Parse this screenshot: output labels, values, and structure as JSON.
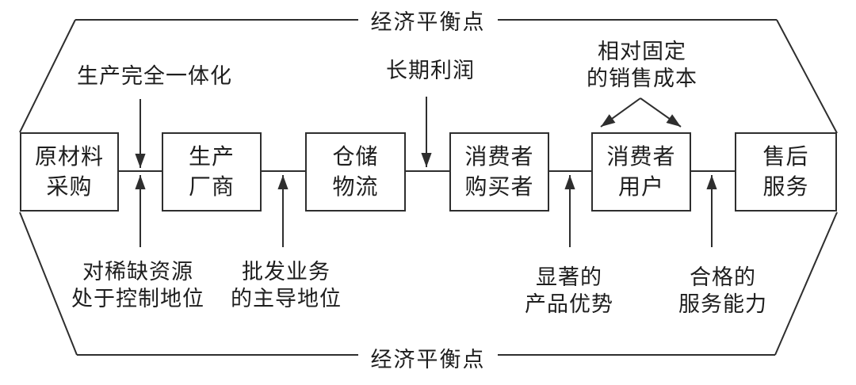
{
  "diagram": {
    "title_semantic": "value-chain economic balance diagram",
    "colors": {
      "line": "#2e2e2e",
      "text": "#1e1e1e",
      "background": "#ffffff"
    },
    "balance": {
      "top_label": "经济平衡点",
      "bottom_label": "经济平衡点"
    },
    "boxes": [
      {
        "name": "raw-material-procurement",
        "line1": "原材料",
        "line2": "采购"
      },
      {
        "name": "manufacturer",
        "line1": "生产",
        "line2": "厂商"
      },
      {
        "name": "warehousing-logistics",
        "line1": "仓储",
        "line2": "物流"
      },
      {
        "name": "consumer-buyer",
        "line1": "消费者",
        "line2": "购买者"
      },
      {
        "name": "consumer-user",
        "line1": "消费者",
        "line2": "用户"
      },
      {
        "name": "after-sales-service",
        "line1": "售后",
        "line2": "服务"
      }
    ],
    "top_annotations": [
      {
        "name": "production-full-integration",
        "lines": [
          "生产完全一体化"
        ]
      },
      {
        "name": "long-term-profit",
        "lines": [
          "长期利润"
        ]
      },
      {
        "name": "relatively-fixed-sales-cost",
        "lines": [
          "相对固定",
          "的销售成本"
        ]
      }
    ],
    "bottom_annotations": [
      {
        "name": "control-of-scarce-resources",
        "lines": [
          "对稀缺资源",
          "处于控制地位"
        ]
      },
      {
        "name": "wholesale-dominance",
        "lines": [
          "批发业务",
          "的主导地位"
        ]
      },
      {
        "name": "significant-product-advantage",
        "lines": [
          "显著的",
          "产品优势"
        ]
      },
      {
        "name": "qualified-service-capability",
        "lines": [
          "合格的",
          "服务能力"
        ]
      }
    ]
  }
}
